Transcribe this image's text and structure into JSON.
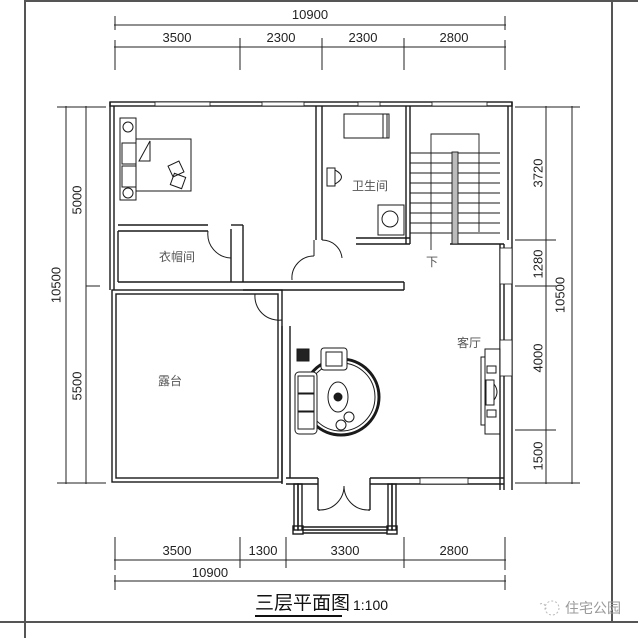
{
  "drawing": {
    "title": "三层平面图",
    "scale": "1:100",
    "watermark": "住宅公园"
  },
  "dimensions": {
    "top_total": "10900",
    "top_segments": [
      "3500",
      "2300",
      "2300",
      "2800"
    ],
    "bottom_total": "10900",
    "bottom_segments": [
      "3500",
      "1300",
      "3300",
      "2800"
    ],
    "left_total": "10500",
    "left_segments": [
      "5000",
      "5500"
    ],
    "right_total": "10500",
    "right_segments": [
      "3720",
      "1280",
      "4000",
      "1500"
    ]
  },
  "rooms": {
    "closet": "衣帽间",
    "bathroom": "卫生间",
    "terrace": "露台",
    "living_room": "客厅",
    "stair_down": "下"
  },
  "colors": {
    "line": "#1a1a1a",
    "room_text": "#555555",
    "window_fill": "#9a9a9a",
    "frame": "#555555"
  }
}
